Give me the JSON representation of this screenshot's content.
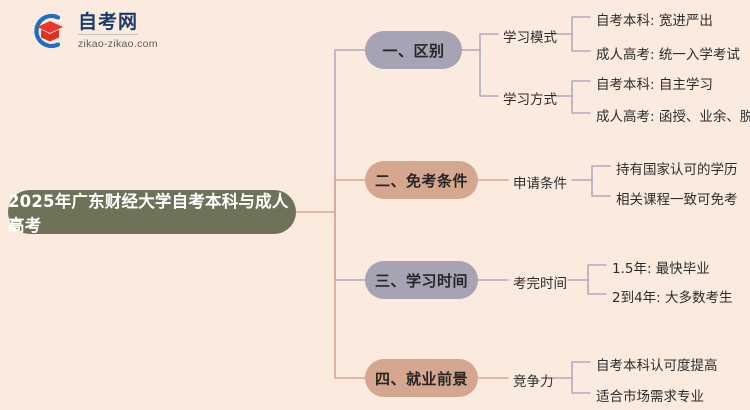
{
  "page": {
    "background_color": "#FBEBDF",
    "type": "mindmap"
  },
  "logo": {
    "name": "自考网",
    "domain": "zikao-zikao.com",
    "arc_color": "#1B6FC4",
    "cap_color": "#E8392E"
  },
  "root": {
    "label": "2025年广东财经大学自考本科与成人高考",
    "color": "#6E7259",
    "text_color": "#FFFFFF"
  },
  "colors": {
    "purple_node": "#A5A3B4",
    "tan_node": "#D6A78F",
    "purple_line": "#B0AAC4",
    "tan_line": "#D6A78F"
  },
  "branches": [
    {
      "label": "一、区别",
      "color": "#A5A3B4",
      "line_color": "#B0AAC4",
      "children": [
        {
          "label": "学习模式",
          "leaves": [
            "自考本科: 宽进严出",
            "成人高考: 统一入学考试"
          ]
        },
        {
          "label": "学习方式",
          "leaves": [
            "自考本科: 自主学习",
            "成人高考: 函授、业余、脱产"
          ]
        }
      ]
    },
    {
      "label": "二、免考条件",
      "color": "#D6A78F",
      "line_color": "#D6A78F",
      "children": [
        {
          "label": "申请条件",
          "leaves": [
            "持有国家认可的学历",
            "相关课程一致可免考"
          ]
        }
      ]
    },
    {
      "label": "三、学习时间",
      "color": "#A5A3B4",
      "line_color": "#B0AAC4",
      "children": [
        {
          "label": "考完时间",
          "leaves": [
            "1.5年: 最快毕业",
            "2到4年: 大多数考生"
          ]
        }
      ]
    },
    {
      "label": "四、就业前景",
      "color": "#D6A78F",
      "line_color": "#D6A78F",
      "children": [
        {
          "label": "竞争力",
          "leaves": [
            "自考本科认可度提高",
            "适合市场需求专业"
          ]
        }
      ]
    }
  ]
}
